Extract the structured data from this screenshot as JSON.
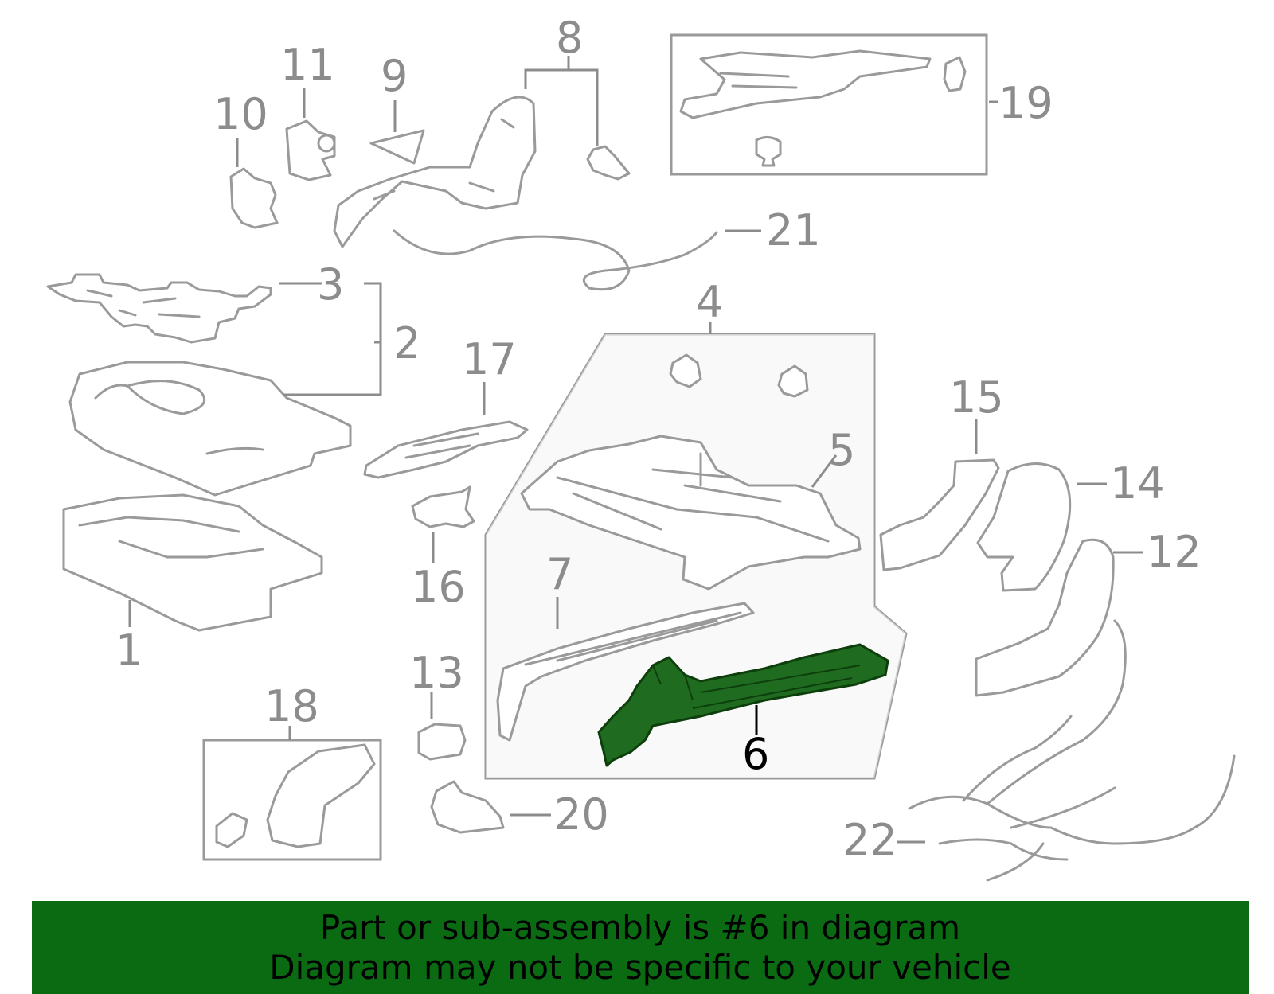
{
  "colors": {
    "banner_bg": "#0b6b12",
    "highlight_part": "#1f6b1f",
    "part_line": "#9a9a9a",
    "label_gray": "#8c8c8c",
    "label_highlight": "#000000"
  },
  "callouts": [
    {
      "id": "1",
      "text": "1"
    },
    {
      "id": "2",
      "text": "2"
    },
    {
      "id": "3",
      "text": "3"
    },
    {
      "id": "4",
      "text": "4"
    },
    {
      "id": "5",
      "text": "5"
    },
    {
      "id": "6",
      "text": "6",
      "highlighted": true
    },
    {
      "id": "7",
      "text": "7"
    },
    {
      "id": "8",
      "text": "8"
    },
    {
      "id": "9",
      "text": "9"
    },
    {
      "id": "10",
      "text": "10"
    },
    {
      "id": "11",
      "text": "11"
    },
    {
      "id": "12",
      "text": "12"
    },
    {
      "id": "13",
      "text": "13"
    },
    {
      "id": "14",
      "text": "14"
    },
    {
      "id": "15",
      "text": "15"
    },
    {
      "id": "16",
      "text": "16"
    },
    {
      "id": "17",
      "text": "17"
    },
    {
      "id": "18",
      "text": "18"
    },
    {
      "id": "19",
      "text": "19"
    },
    {
      "id": "20",
      "text": "20"
    },
    {
      "id": "21",
      "text": "21"
    },
    {
      "id": "22",
      "text": "22"
    }
  ],
  "banner": {
    "line1": "Part or sub-assembly is #6 in diagram",
    "line2": "Diagram may not be specific to your vehicle"
  }
}
